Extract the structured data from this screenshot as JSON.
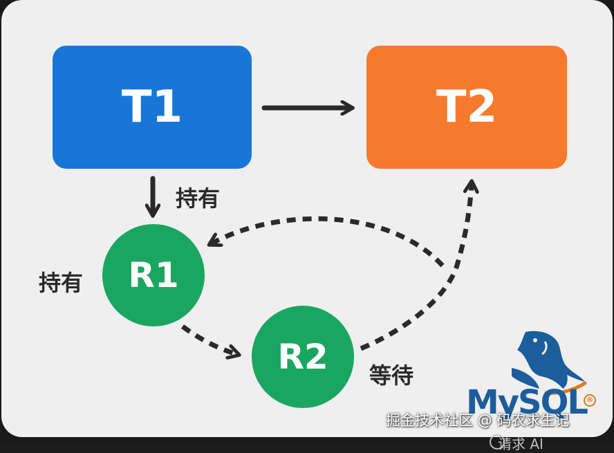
{
  "nodes": {
    "t1": "T1",
    "t2": "T2",
    "r1": "R1",
    "r2": "R2"
  },
  "edges": {
    "t1_holds_r1": "持有",
    "r1_held_label": "持有",
    "r2_waits_label": "等待"
  },
  "logo": {
    "text": "MySQL",
    "registered": "®"
  },
  "watermark": "掘金技术社区 @ 码农求生记",
  "bottom_cut_text": "请求 AI",
  "colors": {
    "t1": "#1877d6",
    "t2": "#f77a2c",
    "resource": "#1aa661",
    "arrow": "#2a2a2a",
    "background": "#efefef"
  }
}
